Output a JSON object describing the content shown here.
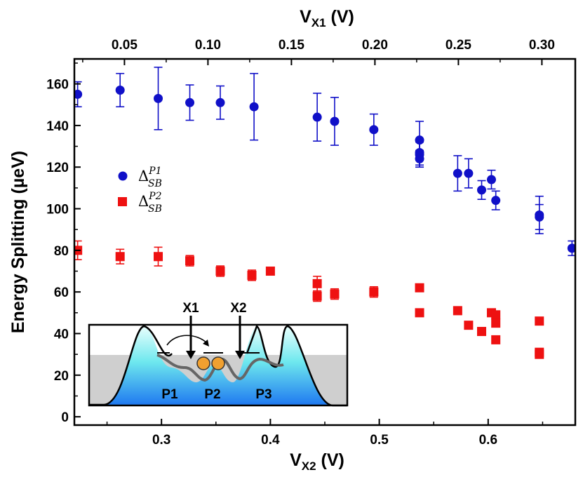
{
  "chart_data": {
    "type": "scatter",
    "x_bottom": {
      "label_main": "V",
      "label_sub": "X2",
      "label_unit": " (V)",
      "range": [
        0.22,
        0.68
      ],
      "ticks": [
        "0.3",
        "0.4",
        "0.5",
        "0.6"
      ],
      "tick_values": [
        0.3,
        0.4,
        0.5,
        0.6
      ]
    },
    "x_top": {
      "label_main": "V",
      "label_sub": "X1",
      "label_unit": " (V)",
      "range": [
        0.02,
        0.32
      ],
      "ticks": [
        "0.05",
        "0.10",
        "0.15",
        "0.20",
        "0.25",
        "0.30"
      ],
      "tick_values": [
        0.05,
        0.1,
        0.15,
        0.2,
        0.25,
        0.3
      ]
    },
    "y": {
      "label": "Energy Splitting (µeV)",
      "range": [
        -4,
        172
      ],
      "ticks": [
        "0",
        "20",
        "40",
        "60",
        "80",
        "100",
        "120",
        "140",
        "160"
      ],
      "tick_values": [
        0,
        20,
        40,
        60,
        80,
        100,
        120,
        140,
        160
      ]
    },
    "grid": false,
    "legend_position": "center-left",
    "series": [
      {
        "name": "Δ_SB^P1",
        "legend_base": "Δ",
        "legend_sub": "SB",
        "legend_sup": "P1",
        "marker": "circle",
        "color": "#1010c8",
        "x": [
          0.223,
          0.262,
          0.297,
          0.326,
          0.354,
          0.385,
          0.443,
          0.459,
          0.495,
          0.537,
          0.537,
          0.537,
          0.537,
          0.572,
          0.582,
          0.594,
          0.603,
          0.607,
          0.647,
          0.647,
          0.677
        ],
        "y": [
          155,
          157,
          153,
          151,
          151,
          149,
          144,
          142,
          138,
          133,
          127,
          126,
          124,
          117,
          117,
          109,
          114,
          104,
          97,
          96,
          81
        ],
        "err": [
          6,
          8,
          15,
          8.5,
          8,
          16,
          11.5,
          11.5,
          7.5,
          9,
          6,
          6,
          4,
          8.5,
          7,
          4.5,
          4.5,
          4.5,
          9,
          6,
          3.5
        ]
      },
      {
        "name": "Δ_SB^P2",
        "legend_base": "Δ",
        "legend_sub": "SB",
        "legend_sup": "P2",
        "marker": "square",
        "color": "#ee1111",
        "x": [
          0.223,
          0.262,
          0.297,
          0.326,
          0.354,
          0.383,
          0.4,
          0.443,
          0.443,
          0.459,
          0.495,
          0.537,
          0.537,
          0.572,
          0.582,
          0.594,
          0.603,
          0.607,
          0.607,
          0.607,
          0.647,
          0.647,
          0.647
        ],
        "y": [
          80,
          77,
          77,
          75,
          70,
          68,
          70,
          64,
          58,
          59,
          60,
          62,
          50,
          51,
          44,
          41,
          50,
          49,
          45,
          37,
          46,
          31,
          30
        ],
        "err": [
          4.5,
          3.5,
          4.5,
          2.5,
          2.5,
          2.5,
          1.5,
          3.5,
          2.5,
          2.5,
          2.5,
          1.5,
          1.5,
          1.5,
          1.5,
          1.5,
          1.5,
          1.5,
          1.5,
          1.5,
          1.5,
          1.5,
          1.5
        ]
      }
    ]
  },
  "inset": {
    "gate_labels": [
      "X1",
      "X2"
    ],
    "plunger_labels": [
      "P1",
      "P2",
      "P3"
    ]
  }
}
